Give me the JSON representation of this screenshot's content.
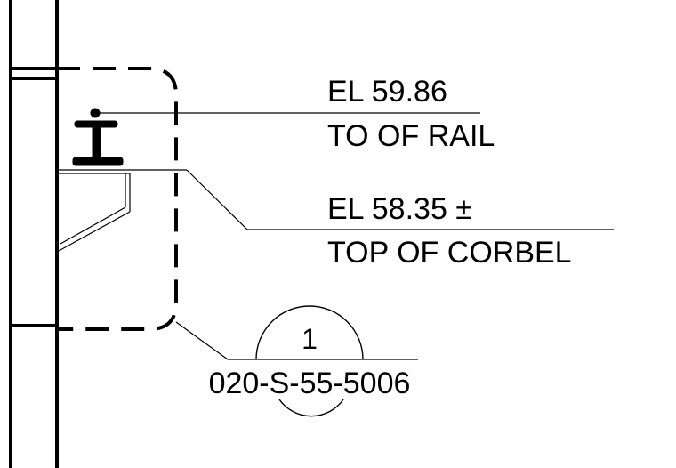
{
  "callouts": {
    "rail_elevation": "EL 59.86",
    "rail_description": "TO OF RAIL",
    "corbel_elevation": "EL 58.35 ±",
    "corbel_description": "TOP OF CORBEL"
  },
  "detail_reference": {
    "number": "1",
    "sheet": "020-S-55-5006"
  },
  "colors": {
    "ink": "#000000",
    "background": "#ffffff"
  }
}
